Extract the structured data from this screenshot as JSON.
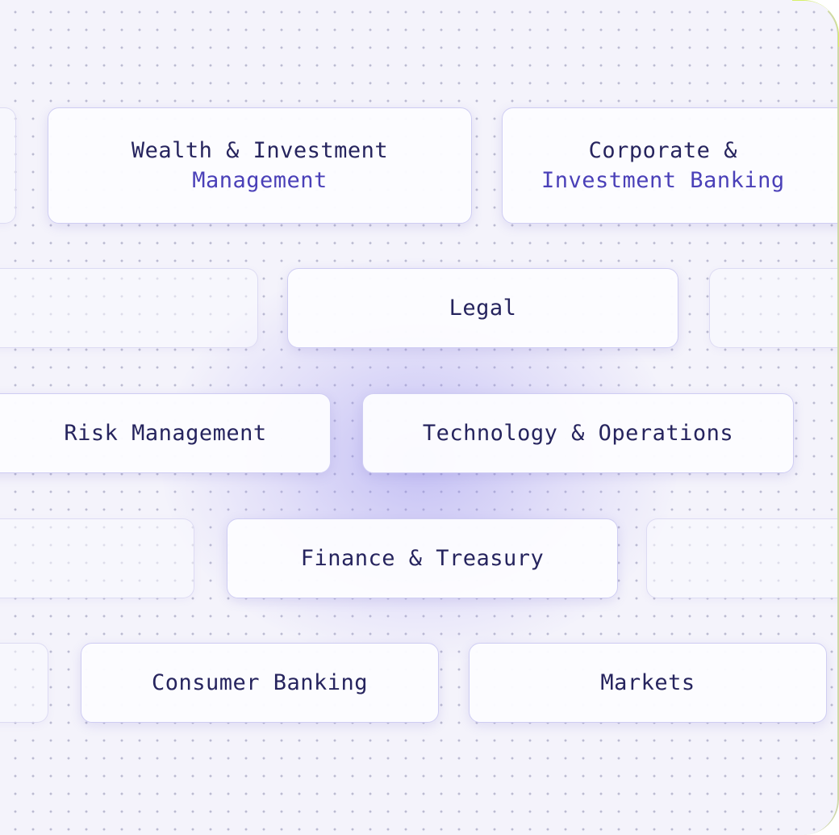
{
  "categories": [
    {
      "id": "wealth",
      "line1": "Wealth & Investment",
      "line2": "Management"
    },
    {
      "id": "corporate",
      "line1": "Corporate &",
      "line2": "Investment Banking"
    },
    {
      "id": "legal",
      "line1": "Legal"
    },
    {
      "id": "risk",
      "line1": "Risk Management"
    },
    {
      "id": "technology",
      "line1": "Technology & Operations"
    },
    {
      "id": "finance",
      "line1": "Finance & Treasury"
    },
    {
      "id": "consumer",
      "line1": "Consumer Banking"
    },
    {
      "id": "markets",
      "line1": "Markets"
    }
  ],
  "colors": {
    "text": "#26245e",
    "accent_text": "#4a40b8",
    "card_border": "#cfcdf3",
    "glow": "#8a82eb",
    "corner_accent": "#d7f06a"
  }
}
